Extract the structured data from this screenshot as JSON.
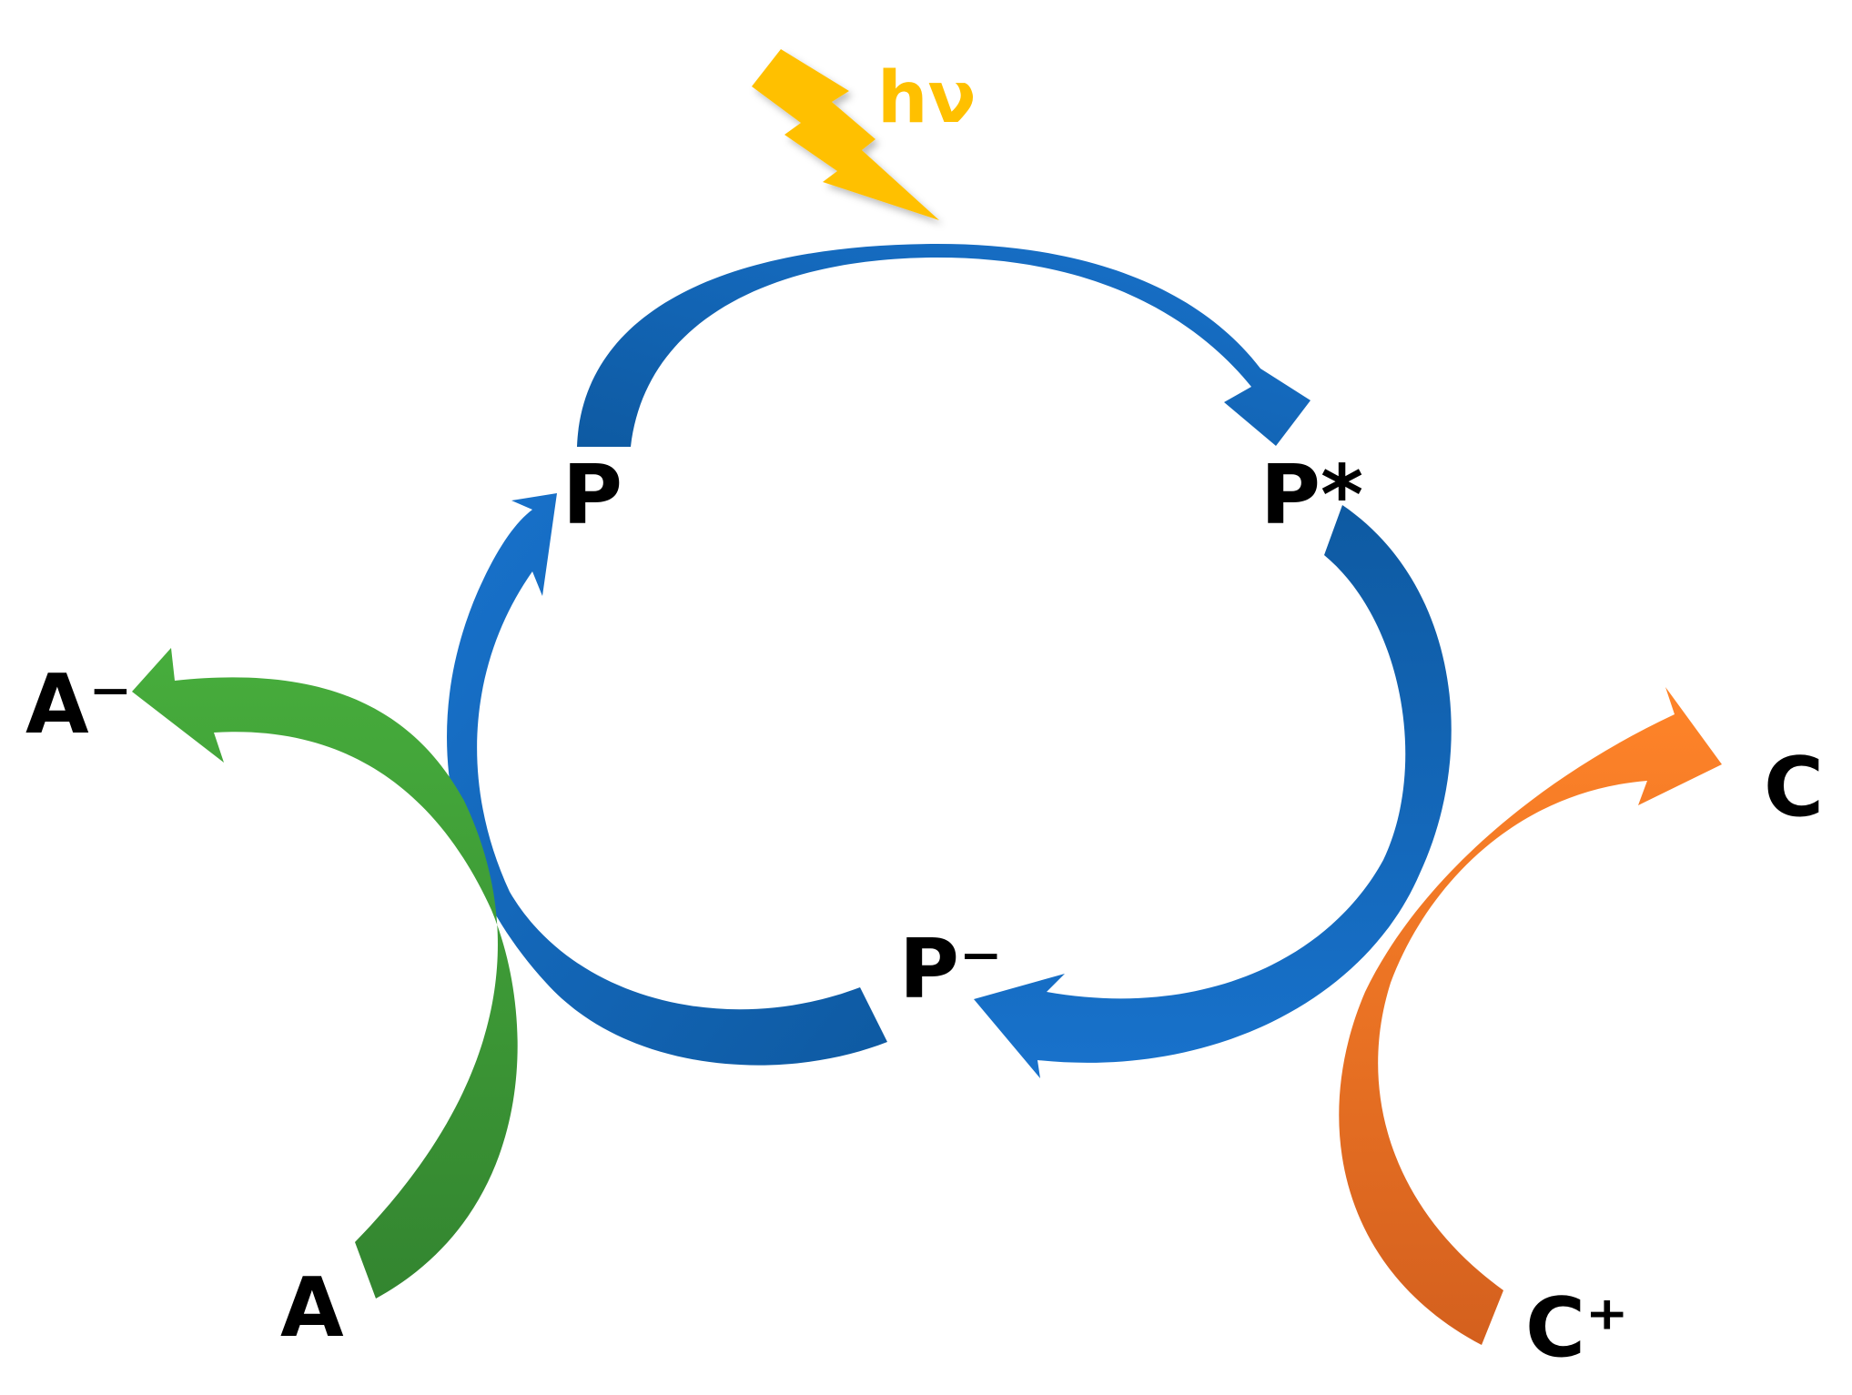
{
  "labels": {
    "p": "P",
    "p_star": "P*",
    "p_minus": "P⁻",
    "a_minus": "A⁻",
    "a": "A",
    "c": "C",
    "c_plus": "C⁺",
    "light": "hν"
  },
  "colors": {
    "blue_light": "#1872CC",
    "blue_dark": "#0E5AA2",
    "green_light": "#47AD3C",
    "green_dark": "#338530",
    "orange_light": "#FF8429",
    "orange_dark": "#D4601E",
    "bolt": "#FFC000",
    "text": "#000000"
  },
  "icons": {
    "light_source": "lightning-bolt-icon"
  }
}
